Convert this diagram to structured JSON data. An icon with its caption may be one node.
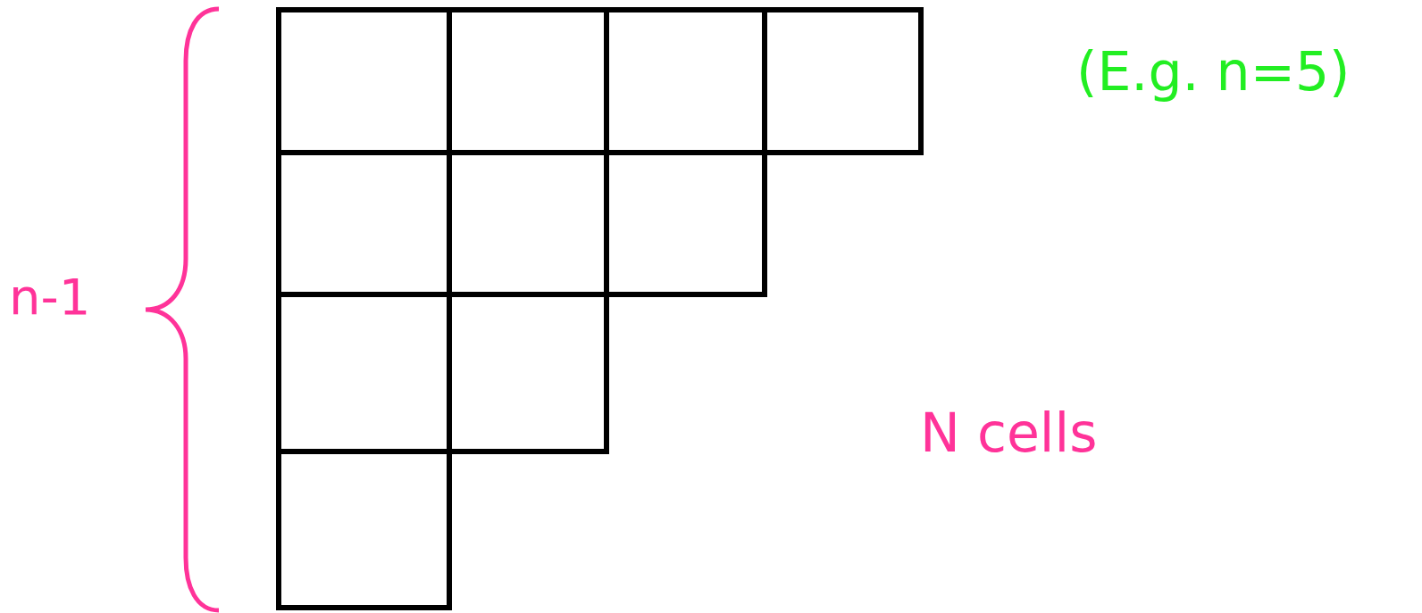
{
  "diagram": {
    "labels": [
      "(E.g. n=5)",
      "n-1",
      "N cells"
    ]
  }
}
